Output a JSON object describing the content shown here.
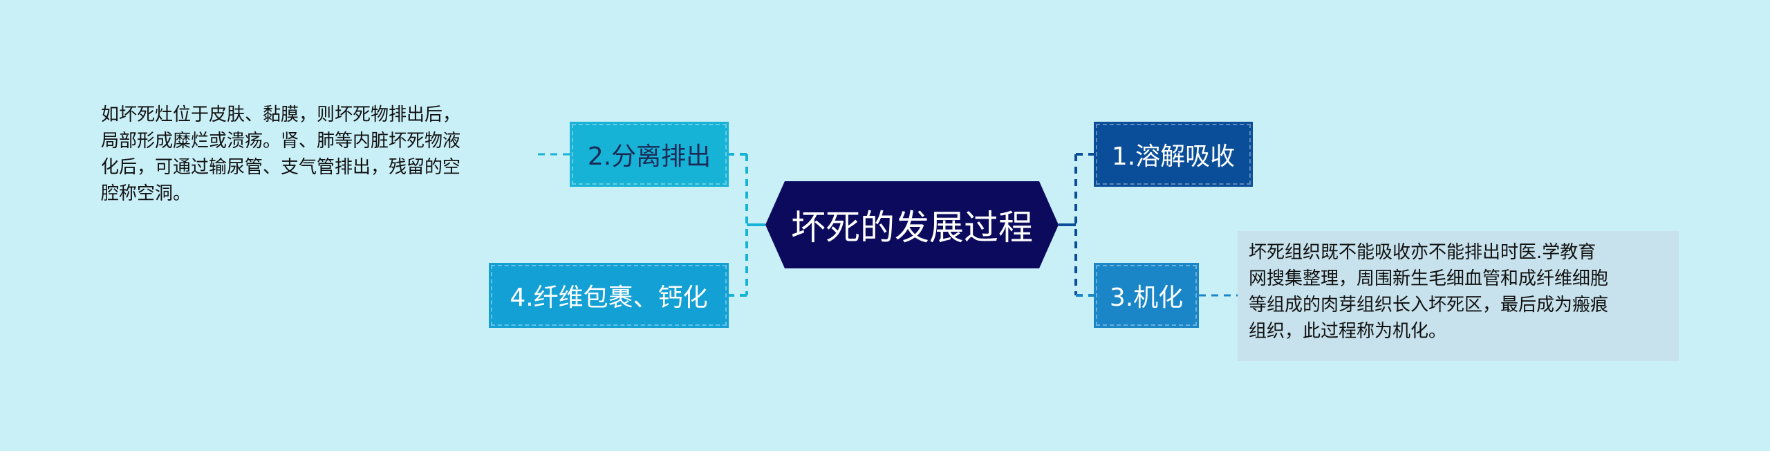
{
  "colors": {
    "background": "#c9eff7",
    "center": "#0b0a5d",
    "branch_2": "#17b3d6",
    "branch_4": "#13a0d4",
    "branch_1": "#0a4e99",
    "branch_3": "#1a86c7",
    "connector_left": "#17b3d6",
    "connector_right": "#0a4e99"
  },
  "center": {
    "label": "坏死的发展过程"
  },
  "branches": [
    {
      "id": "1",
      "label": "1.溶解吸收"
    },
    {
      "id": "2",
      "label": "2.分离排出",
      "note": "如坏死灶位于皮肤、黏膜，则坏死物排出后，\n局部形成糜烂或溃疡。肾、肺等内脏坏死物液\n化后，可通过输尿管、支气管排出，残留的空\n腔称空洞。"
    },
    {
      "id": "3",
      "label": "3.机化",
      "note": "坏死组织既不能吸收亦不能排出时医.学教育\n网搜集整理，周围新生毛细血管和成纤维细胞\n等组成的肉芽组织长入坏死区，最后成为瘢痕\n组织，此过程称为机化。"
    },
    {
      "id": "4",
      "label": "4.纤维包裹、钙化"
    }
  ]
}
